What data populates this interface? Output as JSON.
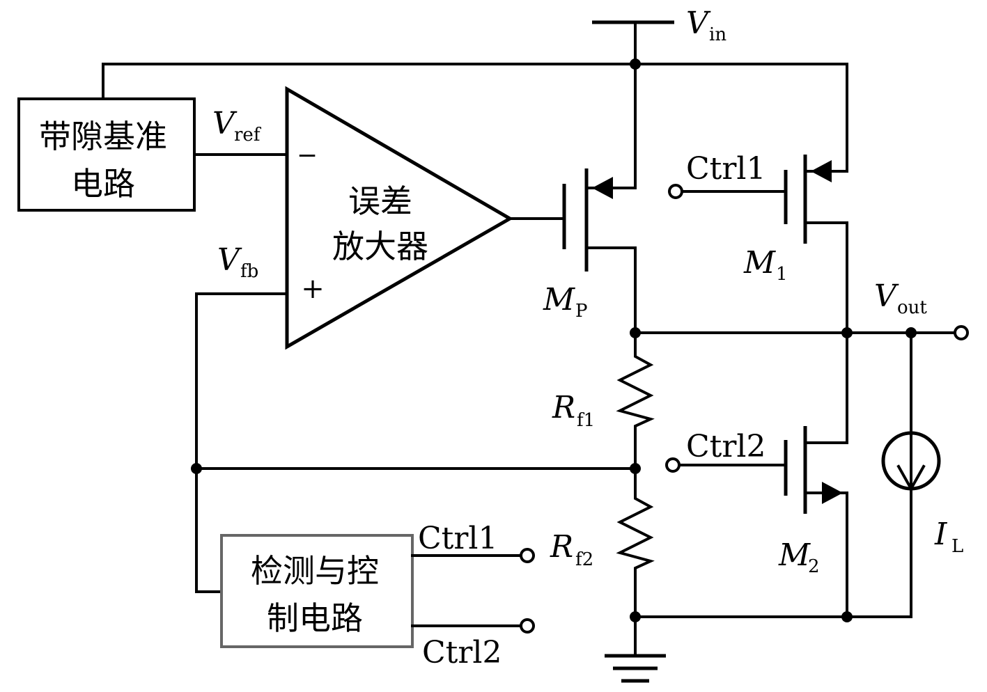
{
  "labels": {
    "vin": "V",
    "vin_sub": "in",
    "vref": "V",
    "vref_sub": "ref",
    "vfb": "V",
    "vfb_sub": "fb",
    "vout": "V",
    "vout_sub": "out",
    "mp": "M",
    "mp_sub": "P",
    "m1": "M",
    "m1_sub": "1",
    "m2": "M",
    "m2_sub": "2",
    "rf1": "R",
    "rf1_sub": "f1",
    "rf2": "R",
    "rf2_sub": "f2",
    "il": "I",
    "il_sub": "L",
    "minus": "−",
    "plus": "+",
    "ctrl1_m1": "Ctrl1",
    "ctrl2_m2": "Ctrl2",
    "ctrl1_out": "Ctrl1",
    "ctrl2_out": "Ctrl2"
  },
  "blocks": {
    "bandgap_line1": "带隙基准",
    "bandgap_line2": "电路",
    "amp_line1": "误差",
    "amp_line2": "放大器",
    "detect_line1": "检测与控",
    "detect_line2": "制电路"
  }
}
